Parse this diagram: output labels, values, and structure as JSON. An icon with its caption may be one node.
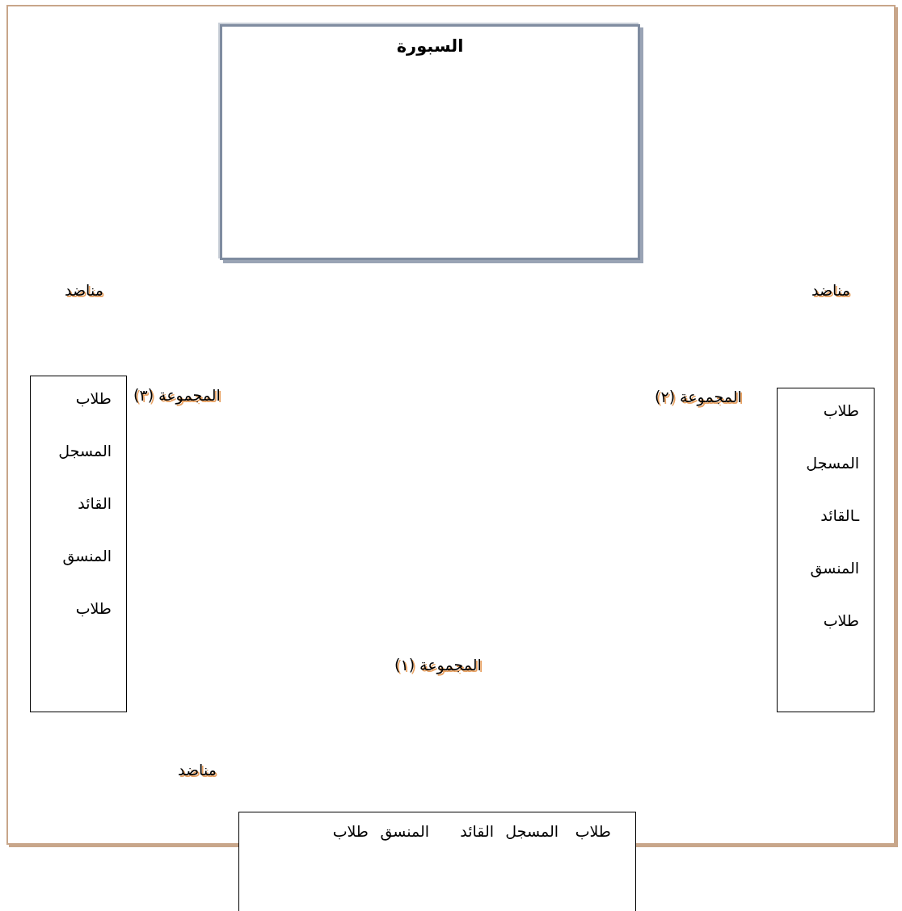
{
  "diagram": {
    "nodes": [
      {
        "text": [
          "السبورة"
        ]
      },
      {
        "text": [
          "طلاب",
          "المسجل",
          "القائد",
          "المنسق",
          "طلاب"
        ],
        "beside": [
          "المجموعة (٣)"
        ]
      },
      {
        "text": [
          "طلاب",
          "المسجل",
          "ـالقائد",
          "المنسق",
          "طلاب"
        ],
        "beside": [
          "المجموعة (٢)"
        ]
      },
      {
        "text": [
          "طلاب",
          "المسجل",
          "القائد",
          "المنسق",
          "طلاب"
        ]
      }
    ],
    "labels": [
      "مناضد",
      "مناضد",
      "المجموعة (١)",
      "مناضد"
    ]
  }
}
